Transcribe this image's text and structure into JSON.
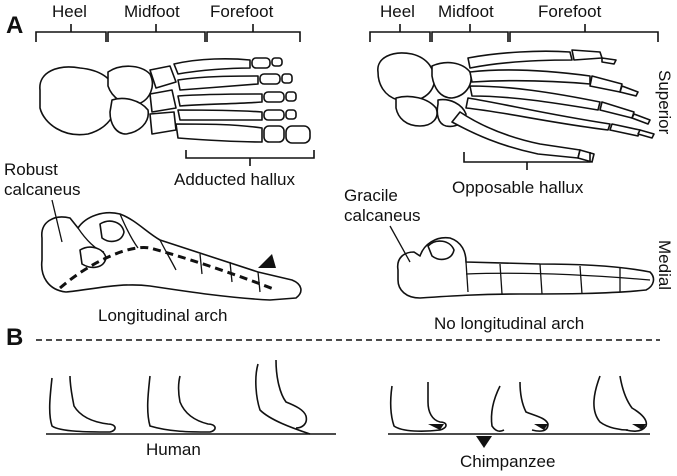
{
  "panels": {
    "a": "A",
    "b": "B"
  },
  "human_foot": {
    "regions": [
      "Heel",
      "Midfoot",
      "Forefoot"
    ],
    "hallux_label": "Adducted hallux",
    "calcaneus_label_line1": "Robust",
    "calcaneus_label_line2": "calcaneus",
    "arch_label": "Longitudinal arch"
  },
  "chimp_foot": {
    "regions": [
      "Heel",
      "Midfoot",
      "Forefoot"
    ],
    "hallux_label": "Opposable hallux",
    "calcaneus_label_line1": "Gracile",
    "calcaneus_label_line2": "calcaneus",
    "arch_label": "No longitudinal arch"
  },
  "views": {
    "superior": "Superior",
    "medial": "Medial"
  },
  "gait": {
    "human": "Human",
    "chimp": "Chimpanzee"
  }
}
